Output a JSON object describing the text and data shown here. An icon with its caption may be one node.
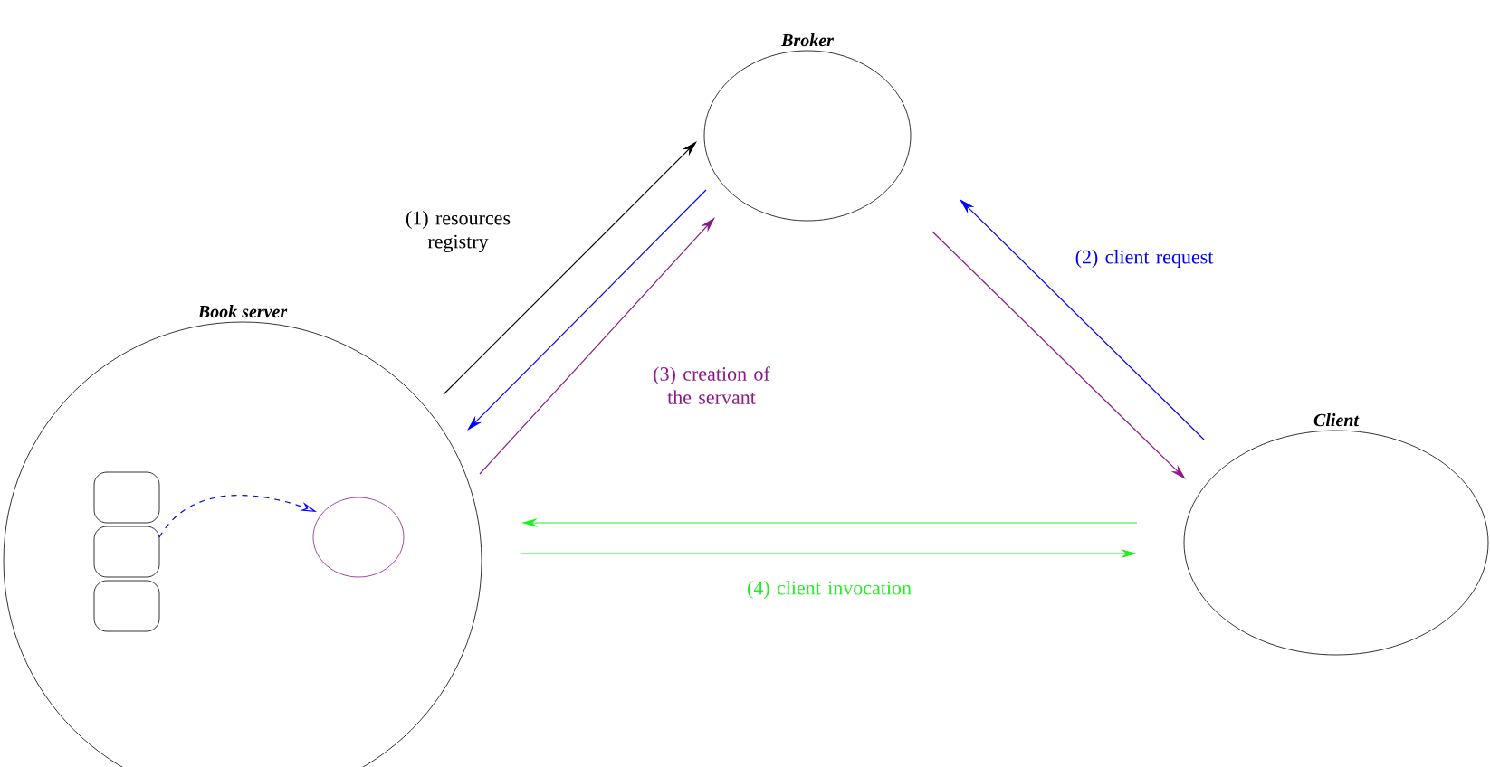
{
  "diagram": {
    "nodes": [
      {
        "text": [
          "Broker"
        ]
      },
      {
        "text": [
          "Book server"
        ]
      },
      {
        "text": [
          "Client"
        ]
      },
      {
        "text": [],
        "shape": "box",
        "in": 1
      },
      {
        "text": [],
        "shape": "box",
        "in": 1
      },
      {
        "text": [],
        "shape": "box",
        "in": 1
      },
      {
        "text": [],
        "shape": "circle",
        "in": 1
      }
    ],
    "edges": [
      {
        "from": 1,
        "to": 0,
        "arrow": "to",
        "label": "(1) resources registry",
        "color": "#000000"
      },
      {
        "from": 0,
        "to": 1,
        "arrow": "to",
        "color": "#0000ff"
      },
      {
        "from": 2,
        "to": 0,
        "arrow": "to",
        "label": "(2) client request",
        "color": "#0000ff"
      },
      {
        "from": 0,
        "to": 2,
        "arrow": "to",
        "color": "#8b1a89"
      },
      {
        "from": 1,
        "to": 0,
        "arrow": "to",
        "label": "(3) creation of the servant",
        "color": "#8b1a89"
      },
      {
        "from": 2,
        "to": 1,
        "arrow": "to",
        "color": "#22ee22"
      },
      {
        "from": 1,
        "to": 2,
        "arrow": "to",
        "label": "(4) client invocation",
        "color": "#22ee22"
      },
      {
        "from": 4,
        "to": 6,
        "arrow": "to",
        "style": "dashed",
        "color": "#0000ff"
      }
    ]
  }
}
